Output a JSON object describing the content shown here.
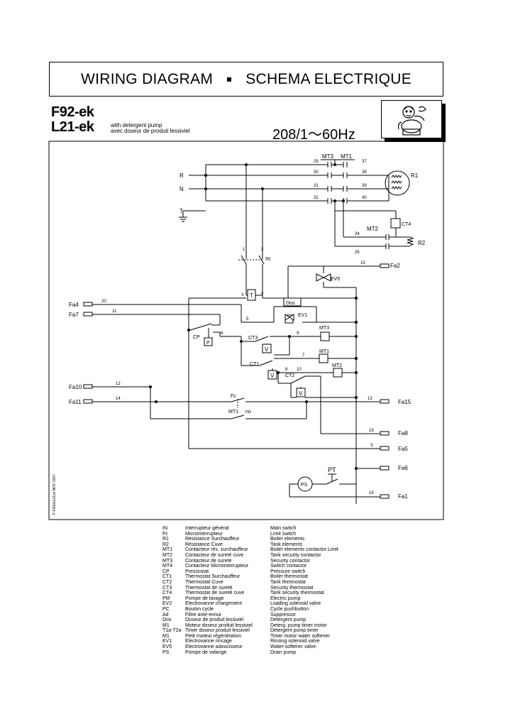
{
  "header": {
    "title_left": "WIRING DIAGRAM",
    "title_right": "SCHEMA ELECTRIQUE",
    "model_1": "F92-ek",
    "model_2": "L21-ek",
    "sub_en": "with detergent pump",
    "sub_fr": "avec doseur de produit lessiviel",
    "frequency": "208/1〜60Hz"
  },
  "side_note": "F-F92ekL21ek NOV 2007",
  "labels": {
    "R": "R",
    "N": "N",
    "T": "T",
    "MT3": "MT3",
    "MT1": "MT1",
    "R1": "R1",
    "R2": "R2",
    "CT4": "CT4",
    "MT2": "MT2",
    "IN": "IN",
    "EV5": "EV5",
    "Dos": "Dos",
    "EV1": "EV1",
    "CP": "CP",
    "P": "P",
    "CT3": "CT3",
    "CT1": "CT1",
    "CT2": "CT2",
    "MT3b": "MT3",
    "MT1b": "MT1",
    "MT2b": "MT2",
    "V1": "V",
    "V2": "V",
    "V3": "V",
    "T_box": "T",
    "Fc": "Fc",
    "MT1c": "MT1",
    "no": "no",
    "PT": "PT",
    "PS": "PS"
  },
  "wires": {
    "n29": "29",
    "n37": "37",
    "n30": "30",
    "n38": "38",
    "n31": "31",
    "n39": "39",
    "n32": "32",
    "n40": "40",
    "n34": "34",
    "n35": "35",
    "n15": "15",
    "n1": "1",
    "n2": "2",
    "n3": "3",
    "n4": "4",
    "n20": "20",
    "n11": "11",
    "n5": "5",
    "n6": "6",
    "n9": "9",
    "n7": "7",
    "n8": "8",
    "n10": "10",
    "n12": "12",
    "n14": "14",
    "n13": "13",
    "n18": "18",
    "n3b": "3",
    "n19": "19"
  },
  "terminals": {
    "Fa4": "Fa4",
    "Fa7": "Fa7",
    "Fa10": "Fa10",
    "Fa11": "Fa11",
    "Fa2": "Fa2",
    "Fa15": "Fa15",
    "Fa8": "Fa8",
    "Fa5": "Fa5",
    "Fa6": "Fa6",
    "Fa1": "Fa1"
  },
  "legend": [
    {
      "code": "IN",
      "fr": "Interrupteur général",
      "en": "Main switch"
    },
    {
      "code": "Fc",
      "fr": "Microinterrupteur",
      "en": "Limit switch"
    },
    {
      "code": "R1",
      "fr": "Résistance Surchauffeur",
      "en": "Boiler elements"
    },
    {
      "code": "R2",
      "fr": "Résistance Cuve",
      "en": "Tank elements"
    },
    {
      "code": "MT1",
      "fr": "Contacteur rés. surchauffeur",
      "en": "Boiler elements contactor Limit"
    },
    {
      "code": "MT2",
      "fr": "Contacteur de sureté cuve",
      "en": "Tank security contactor"
    },
    {
      "code": "MT3",
      "fr": "Contacteur de sureté",
      "en": "Security contactor"
    },
    {
      "code": "MT4",
      "fr": "Contacteur Microinterrupteur",
      "en": "Switch contactor"
    },
    {
      "code": "CP",
      "fr": "Pressostat",
      "en": "Pressure switch"
    },
    {
      "code": "CT1",
      "fr": "Thermostat Surchauffeur",
      "en": "Boiler thermostat"
    },
    {
      "code": "CT2",
      "fr": "Thermostat Cuve",
      "en": "Tank thermostat"
    },
    {
      "code": "CT3",
      "fr": "Thermostat de sureté",
      "en": "Security thermostat"
    },
    {
      "code": "CT4",
      "fr": "Thermostat de sureté cuve",
      "en": "Tank security thermostat"
    },
    {
      "code": "PM",
      "fr": "Pompe de lavage",
      "en": "Electric pump"
    },
    {
      "code": "EV2",
      "fr": "Electrovanne chargement",
      "en": "Loading solenoid valve"
    },
    {
      "code": "PC",
      "fr": "Bouton cycle",
      "en": "Cycle pushbutton"
    },
    {
      "code": "Ad",
      "fr": "Filtre ante-ennui",
      "en": "Suppressor"
    },
    {
      "code": "Dos",
      "fr": "Doseur de produit lessiviel",
      "en": "Detergent pump"
    },
    {
      "code": "M1",
      "fr": "Moteur doseur produit lessiviel",
      "en": "Deterg. pump timer motor"
    },
    {
      "code": "T1a-T2a",
      "fr": "Timer doseur produit lessiviel",
      "en": "Detergent pump timer"
    },
    {
      "code": "M1",
      "fr": "Petit moteur régénération",
      "en": "Timer motor water softener"
    },
    {
      "code": "EV1",
      "fr": "Electrovanne rincage",
      "en": "Rinsing solenoid valve"
    },
    {
      "code": "EV5",
      "fr": "Electrovanne adoucisseur",
      "en": "Water-softener valve"
    },
    {
      "code": "PS",
      "fr": "Pompe de vidange",
      "en": "Drain pump"
    }
  ]
}
